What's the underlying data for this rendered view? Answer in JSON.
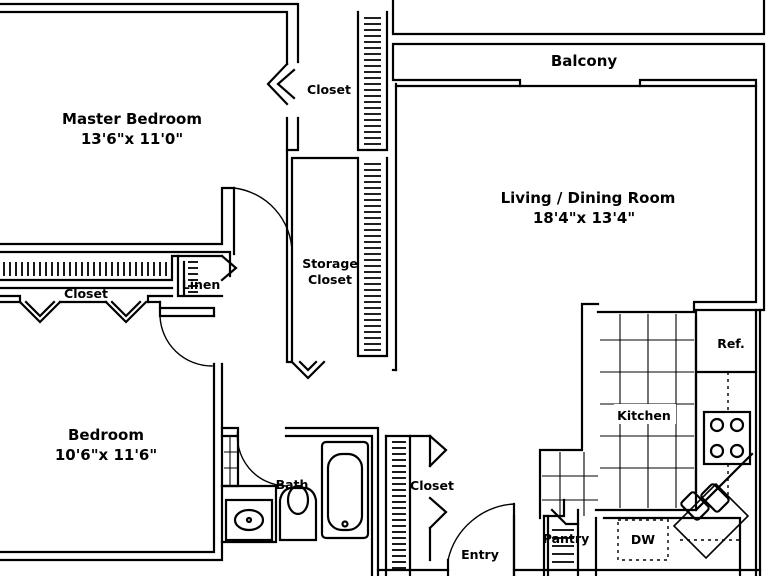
{
  "rooms": {
    "master_bedroom": {
      "name": "Master Bedroom",
      "size": "13'6\"x 11'0\""
    },
    "living_dining": {
      "name": "Living / Dining Room",
      "size": "18'4\"x 13'4\""
    },
    "bedroom": {
      "name": "Bedroom",
      "size": "10'6\"x 11'6\""
    },
    "balcony": {
      "name": "Balcony"
    },
    "kitchen": {
      "name": "Kitchen"
    },
    "bath": {
      "name": "Bath"
    },
    "entry": {
      "name": "Entry"
    },
    "pantry": {
      "name": "Pantry"
    }
  },
  "closets": {
    "master_closet": {
      "name": "Closet"
    },
    "storage_closet": {
      "line1": "Storage",
      "line2": "Closet"
    },
    "bedroom_closet": {
      "name": "Closet"
    },
    "linen": {
      "name": "Linen"
    },
    "entry_closet": {
      "name": "Closet"
    }
  },
  "appliances": {
    "refrigerator": "Ref.",
    "dishwasher": "DW"
  }
}
